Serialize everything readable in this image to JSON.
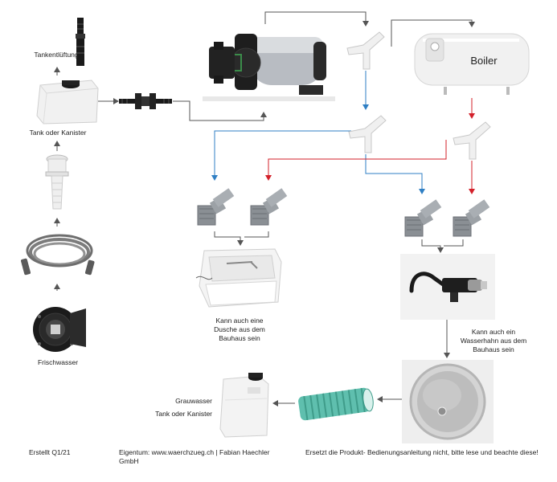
{
  "labels": {
    "tank_vent": "Tankentlüftung",
    "tank": "Tank oder Kanister",
    "fresh_water": "Frischwasser",
    "boiler": "Boiler",
    "shower_note": [
      "Kann auch eine",
      "Dusche aus dem",
      "Bauhaus sein"
    ],
    "faucet_note": [
      "Kann auch ein",
      "Wasserhahn aus dem",
      "Bauhaus sein"
    ],
    "grey_water": "Grauwasser",
    "grey_tank": "Tank oder Kanister"
  },
  "footer": {
    "created": "Erstellt Q1/21",
    "owner": "Eigentum: www.waerchzueg.ch | Fabian Haechler GmbH",
    "disclaimer": "Ersetzt die Produkt- Bedienungsanleitung nicht, bitte lese und beachte diese!"
  },
  "colors": {
    "cold": "#2f7fc4",
    "hot": "#d3202a",
    "line": "#555555",
    "hose_green": "#5fbfae"
  }
}
